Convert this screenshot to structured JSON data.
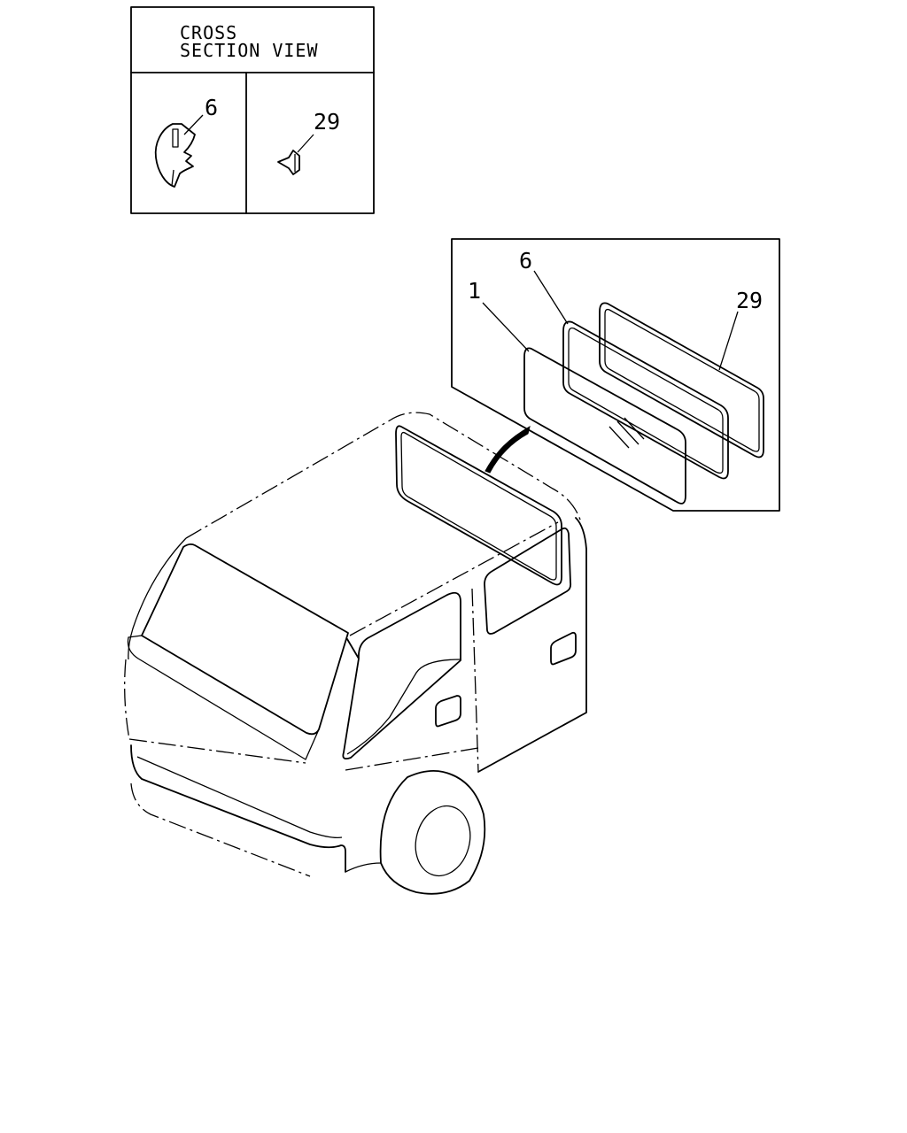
{
  "cross_section": {
    "title_line1": "CROSS",
    "title_line2": "SECTION VIEW",
    "left_callout": "6",
    "right_callout": "29"
  },
  "detail": {
    "callout_glass": "1",
    "callout_weatherstrip": "6",
    "callout_lock_strip": "29"
  }
}
